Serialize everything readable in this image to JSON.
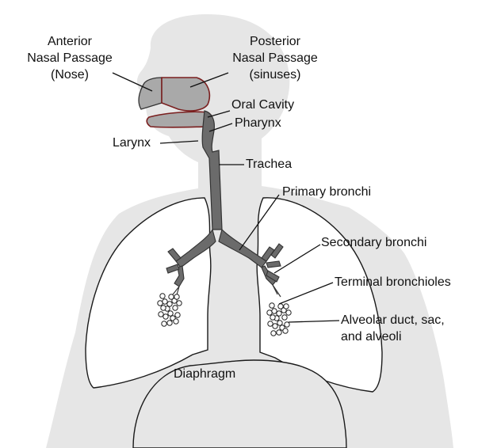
{
  "labels": {
    "anterior_nasal": [
      "Anterior",
      "Nasal Passage",
      "(Nose)"
    ],
    "posterior_nasal": [
      "Posterior",
      "Nasal Passage",
      "(sinuses)"
    ],
    "oral_cavity": "Oral Cavity",
    "pharynx": "Pharynx",
    "larynx": "Larynx",
    "trachea": "Trachea",
    "primary_bronchi": "Primary bronchi",
    "secondary_bronchi": "Secondary bronchi",
    "terminal_bronchioles": "Terminal bronchioles",
    "alveolar": [
      "Alveolar duct, sac,",
      "and alveoli"
    ],
    "diaphragm": "Diaphragm"
  },
  "colors": {
    "body": "#e6e6e6",
    "airway": "#6b6b6b",
    "airway_dark": "#555555",
    "nasal": "#a9a9a9",
    "nasal_outline": "#7a1f1f",
    "lung": "#ffffff",
    "outline": "#1a1a1a"
  }
}
